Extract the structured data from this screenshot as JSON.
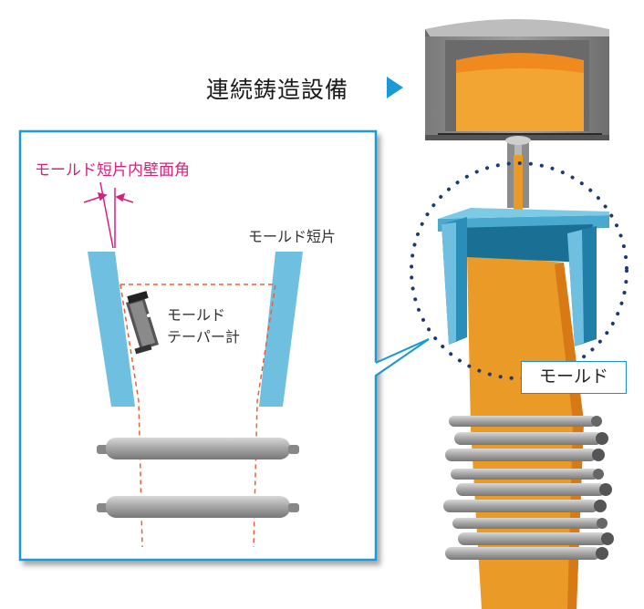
{
  "title": "連続鋳造設備",
  "inset": {
    "angle_label": "モールド短片内壁面角",
    "short_side_label": "モールド短片",
    "meter_label_line1": "モールド",
    "meter_label_line2": "テーパー計"
  },
  "mold_label": "モールド",
  "colors": {
    "steel": "#ea9a26",
    "steel_dark": "#e07a18",
    "mold_light": "#6fc0e0",
    "mold_dark": "#1f7fa8",
    "frame": "#1b9ad6",
    "accent_pink": "#d6217d",
    "dashed": "#e8603a"
  }
}
